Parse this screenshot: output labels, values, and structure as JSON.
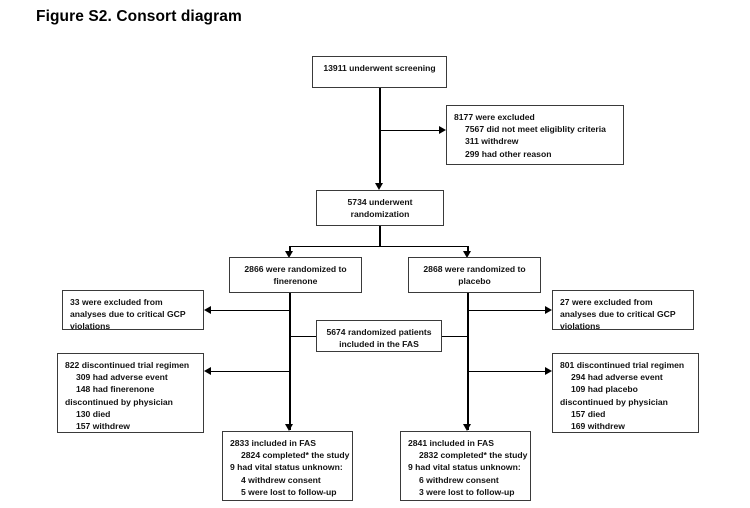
{
  "figure": {
    "title": "Figure S2. Consort diagram"
  },
  "nodes": {
    "screening": {
      "lines": [
        "13911 underwent screening"
      ]
    },
    "excluded": {
      "lines": [
        "8177 were excluded",
        "7567 did not meet eligiblity criteria",
        "311 withdrew",
        "299 had other reason"
      ]
    },
    "randomization": {
      "lines": [
        "5734 underwent",
        "randomization"
      ]
    },
    "arm_finerenone": {
      "lines": [
        "2866 were randomized to",
        "finerenone"
      ]
    },
    "arm_placebo": {
      "lines": [
        "2868 were randomized to",
        "placebo"
      ]
    },
    "gcp_excluded_left": {
      "lines": [
        "33 were excluded from",
        "analyses due to critical GCP",
        "violations"
      ]
    },
    "gcp_excluded_right": {
      "lines": [
        "27 were excluded from",
        "analyses due to critical GCP",
        "violations"
      ]
    },
    "fas": {
      "lines": [
        "5674 randomized patients",
        "included in the FAS"
      ]
    },
    "discontinued_left": {
      "lines": [
        "822 discontinued trial regimen",
        "309 had adverse event",
        "148 had finerenone",
        "discontinued by physician",
        "130 died",
        "157 withdrew"
      ]
    },
    "discontinued_right": {
      "lines": [
        "801 discontinued trial regimen",
        "294 had adverse event",
        "109 had placebo",
        "discontinued by physician",
        "157 died",
        "169 withdrew"
      ]
    },
    "fas_left": {
      "header": "2833 included in FAS",
      "lines": [
        "2824 completed* the study",
        "9 had vital status unknown:",
        "4 withdrew consent",
        "5 were lost to follow-up"
      ]
    },
    "fas_right": {
      "header": "2841 included in FAS",
      "lines": [
        "2832 completed* the study",
        "9 had vital status unknown:",
        "6 withdrew consent",
        "3 were lost to follow-up"
      ]
    }
  },
  "colors": {
    "box_border": "#3a3a3a",
    "connector": "#000000",
    "background": "#ffffff",
    "text": "#111111"
  }
}
